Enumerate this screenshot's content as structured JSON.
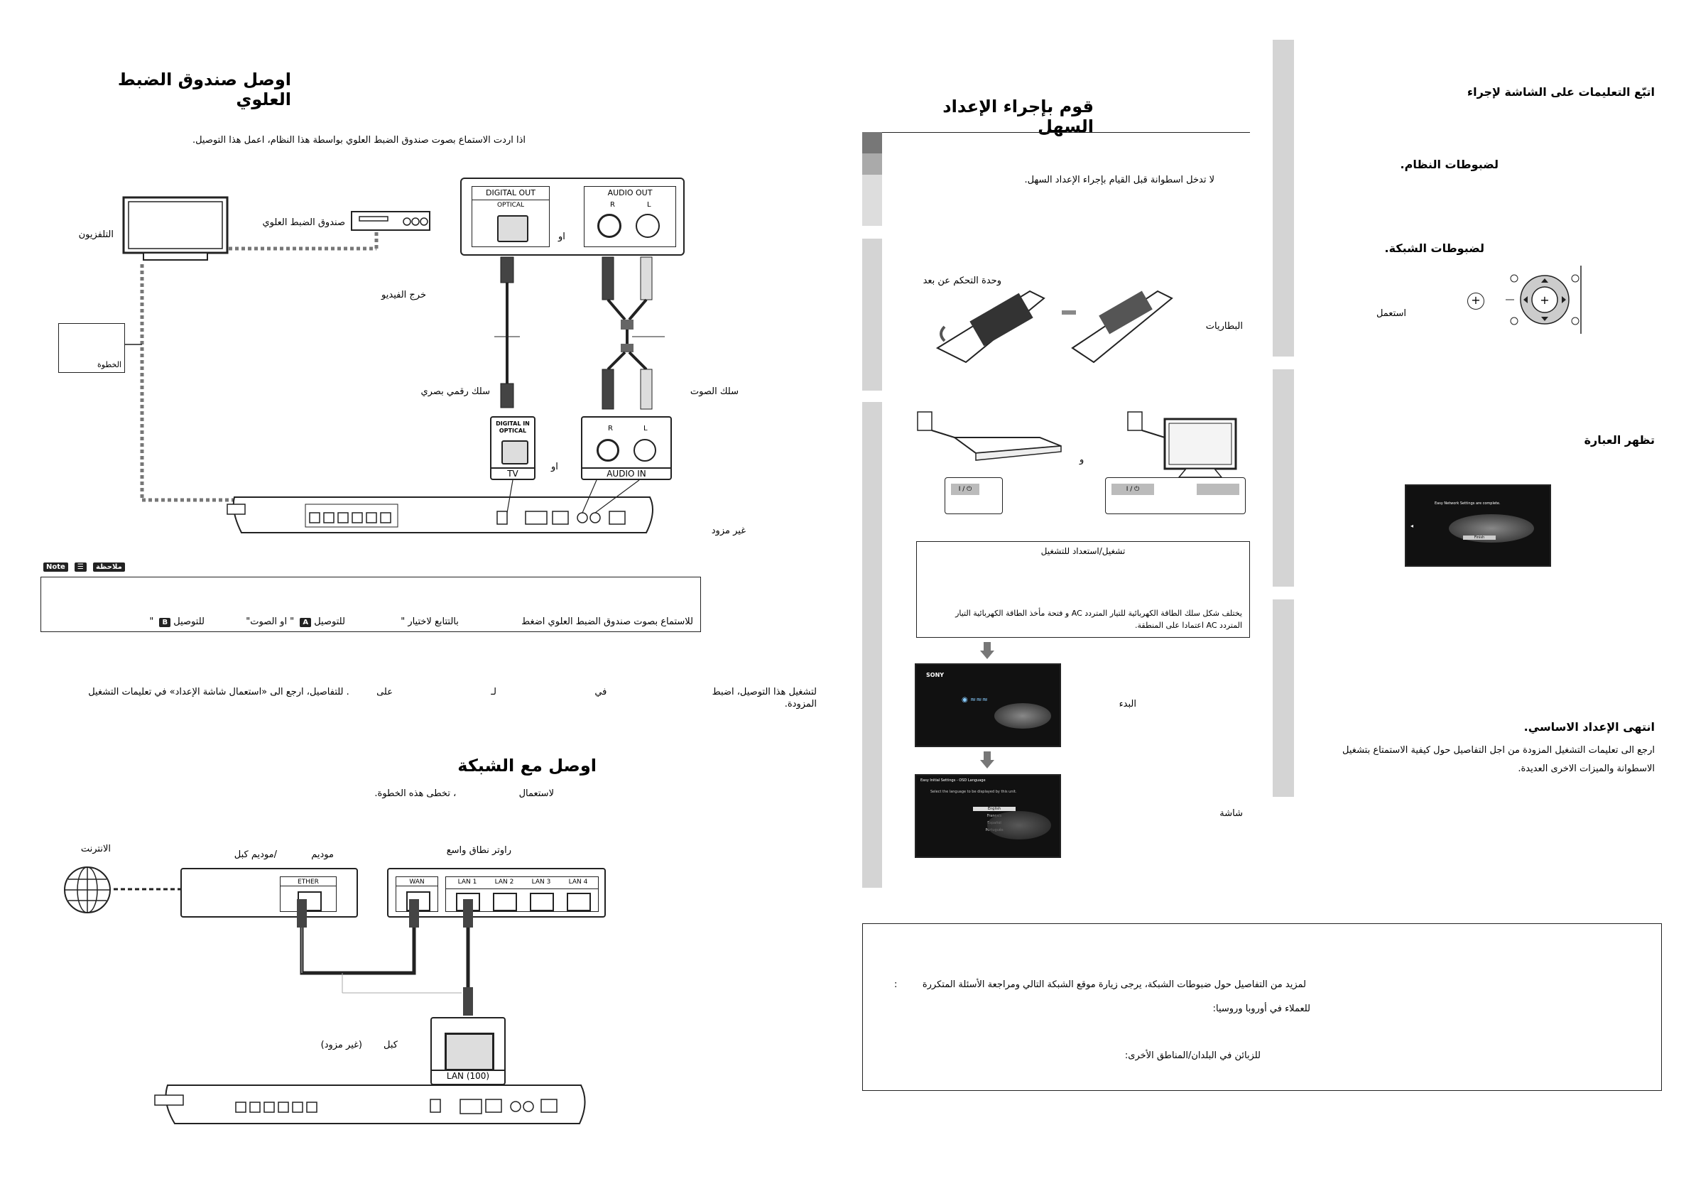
{
  "left": {
    "stb_title": "اوصل صندوق الضبط العلوي",
    "stb_intro": "اذا اردت الاستماع بصوت صندوق الضبط العلوي بواسطة هذا النظام، اعمل هذا التوصيل.",
    "tv_label": "التلفزيون",
    "stb_label": "صندوق الضبط العلوي",
    "or1": "او",
    "or2": "او",
    "digital_out": "DIGITAL OUT",
    "optical": "OPTICAL",
    "audio_out": "AUDIO OUT",
    "r": "R",
    "l": "L",
    "video_out": "خرج الفيديو",
    "step_label": "الخطوة",
    "optical_cable": "سلك رقمي بصري",
    "audio_cable": "سلك الصوت",
    "digital_in": "DIGITAL IN",
    "optical_in": "OPTICAL",
    "tv_tag": "TV",
    "audio_in": "AUDIO IN",
    "not_supplied": "غير مزود",
    "note_badge_en": "Note",
    "note_badge_ar": "ملاحظة",
    "note_text_1": "للاستماع بصوت صندوق الضبط العلوي اضغط",
    "note_text_2": "بالتتابع لاختيار \"",
    "note_text_3": "للتوصيل",
    "note_badge_a": "A",
    "note_text_4": "\" او الصوت\"",
    "note_text_5": "للتوصيل",
    "note_badge_b": "B",
    "note_text_6": "\"",
    "op_text_1": "لتشغيل هذا التوصيل، اضبط",
    "op_text_2": "في",
    "op_text_3": "لـ",
    "op_text_4": "على",
    "op_text_5": ". للتفاصيل، ارجع الى «استعمال شاشة الإعداد» في تعليمات التشغيل المزودة.",
    "net_title": "اوصل مع الشبكة",
    "net_intro_1": "لاستعمال",
    "net_intro_2": "، تخطى هذه الخطوة.",
    "internet": "الانترنت",
    "modem": "موديم",
    "cable_modem": "/موديم كبل",
    "router": "راوتر نطاق واسع",
    "ether": "ETHER",
    "wan": "WAN",
    "lan1": "LAN 1",
    "lan2": "LAN 2",
    "lan3": "LAN 3",
    "lan4": "LAN 4",
    "cable": "كبل",
    "not_supplied_paren": "(غير مزود)",
    "lan100": "LAN (100)"
  },
  "middle": {
    "title": "قوم بإجراء الإعداد السهل",
    "no_disc": "لا تدخل اسطوانة قبل القيام بإجراء الإعداد السهل.",
    "remote": "وحدة التحكم عن بعد",
    "batteries": "البطاريات",
    "and": "و",
    "power_btn": "I / ⏻",
    "power_label": "تشغيل/استعداد للتشغيل",
    "ac_note": "يختلف شكل سلك الطاقة الكهربائية للتيار المتردد AC و فتحة مأخذ الطاقة الكهربائية التيار المتردد AC اعتمادا على المنطقة.",
    "start": "البدء",
    "screen_label": "شاشة",
    "sony": "SONY",
    "menu_title": "Easy Initial Settings - OSD Language",
    "menu_sub": "Select the language to be displayed by this unit.",
    "menu_items": [
      "English",
      "Français",
      "Español",
      "Português"
    ],
    "faq_1": "لمزيد من التفاصيل حول ضبوطات الشبكة، يرجى زيارة موقع الشبكة التالي ومراجعة الأسئلة المتكررة",
    "faq_colon": ":",
    "faq_2": "للعملاء في أوروبا وروسيا:",
    "faq_3": "للزبائن في البلدان/المناطق الأخرى:"
  },
  "right": {
    "follow": "اتبّع التعليمات على الشاشة لإجراء",
    "system_settings": "لضبوطات النظام.",
    "network_settings": "لضبوطات الشبكة.",
    "use": "استعمل",
    "phrase_appears": "تظهر العبارة",
    "complete_screen": "Easy Network Settings are complete.",
    "finish": "Finish",
    "done_title": "انتهى الإعداد الاساسي.",
    "done_text": "ارجع الى تعليمات التشغيل المزودة من اجل التفاصيل حول كيفية الاستمتاع بتشغيل الاسطوانة والميزات الاخرى العديدة."
  }
}
